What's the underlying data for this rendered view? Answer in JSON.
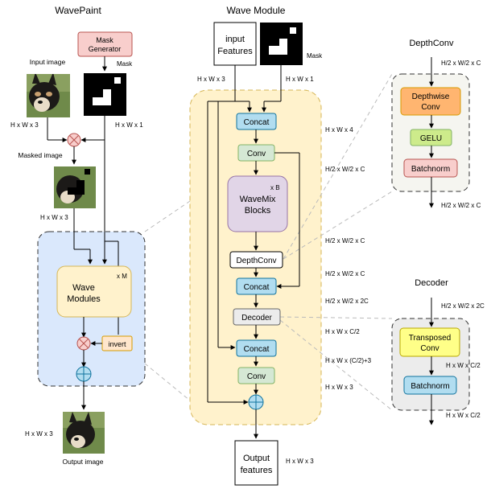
{
  "wavepaint": {
    "title": "WavePaint",
    "mask_generator": [
      "Mask",
      "Generator"
    ],
    "mask_label": "Mask",
    "input_image_label": "Input image",
    "input_dims": "H x W x 3",
    "mask_dims": "H x W x 1",
    "masked_image_label": "Masked image",
    "masked_dims": "H x W x 3",
    "modules": [
      "Wave",
      "Modules"
    ],
    "repeat": "x M",
    "invert": "invert",
    "output_dims": "H x W x 3",
    "output_image_label": "Output image"
  },
  "wave_module": {
    "title": "Wave Module",
    "input_features": [
      "input",
      "Features"
    ],
    "mask_label": "Mask",
    "in_dims": "H x W x 3",
    "mask_dims": "H x W x 1",
    "concat1": "Concat",
    "dim_concat1": "H x W x 4",
    "conv1": "Conv",
    "dim_conv1": "H/2 x W/2 x C",
    "wavemix": [
      "WaveMix",
      "Blocks"
    ],
    "wavemix_repeat": "x B",
    "dim_wavemix": "H/2 x W/2 x C",
    "depthconv": "DepthConv",
    "dim_depthconv": "H/2 x W/2 x C",
    "concat2": "Concat",
    "dim_concat2": "H/2 x W/2 x 2C",
    "decoder": "Decoder",
    "dim_decoder": "H x W x C/2",
    "concat3": "Concat",
    "dim_concat3": "H x W x (C/2)+3",
    "conv2": "Conv",
    "dim_conv2": "H x W x 3",
    "output_features": [
      "Output",
      "features"
    ],
    "out_dims": "H x W x 3"
  },
  "depthconv_detail": {
    "title": "DepthConv",
    "in_dims": "H/2 x W/2 x C",
    "depthwise": [
      "Depthwise",
      "Conv"
    ],
    "gelu": "GELU",
    "batchnorm": "Batchnorm",
    "out_dims": "H/2 x W/2 x C"
  },
  "decoder_detail": {
    "title": "Decoder",
    "in_dims": "H/2 x W/2 x 2C",
    "transposed": [
      "Transposed",
      "Conv"
    ],
    "mid_dims": "H x W x C/2",
    "batchnorm": "Batchnorm",
    "out_dims": "H x W x C/2"
  },
  "colors": {
    "blue_region": "#dae8fc",
    "yellow_region": "#fff2cc",
    "module_box": "#fff2cc",
    "mask_gen": "#f8cecc",
    "teal": "#b1ddf0",
    "green": "#d5e8d4",
    "purple": "#e1d5e7",
    "orange": "#ffb570",
    "yellow_bright": "#ffff88",
    "red_node": "#f8cecc"
  }
}
